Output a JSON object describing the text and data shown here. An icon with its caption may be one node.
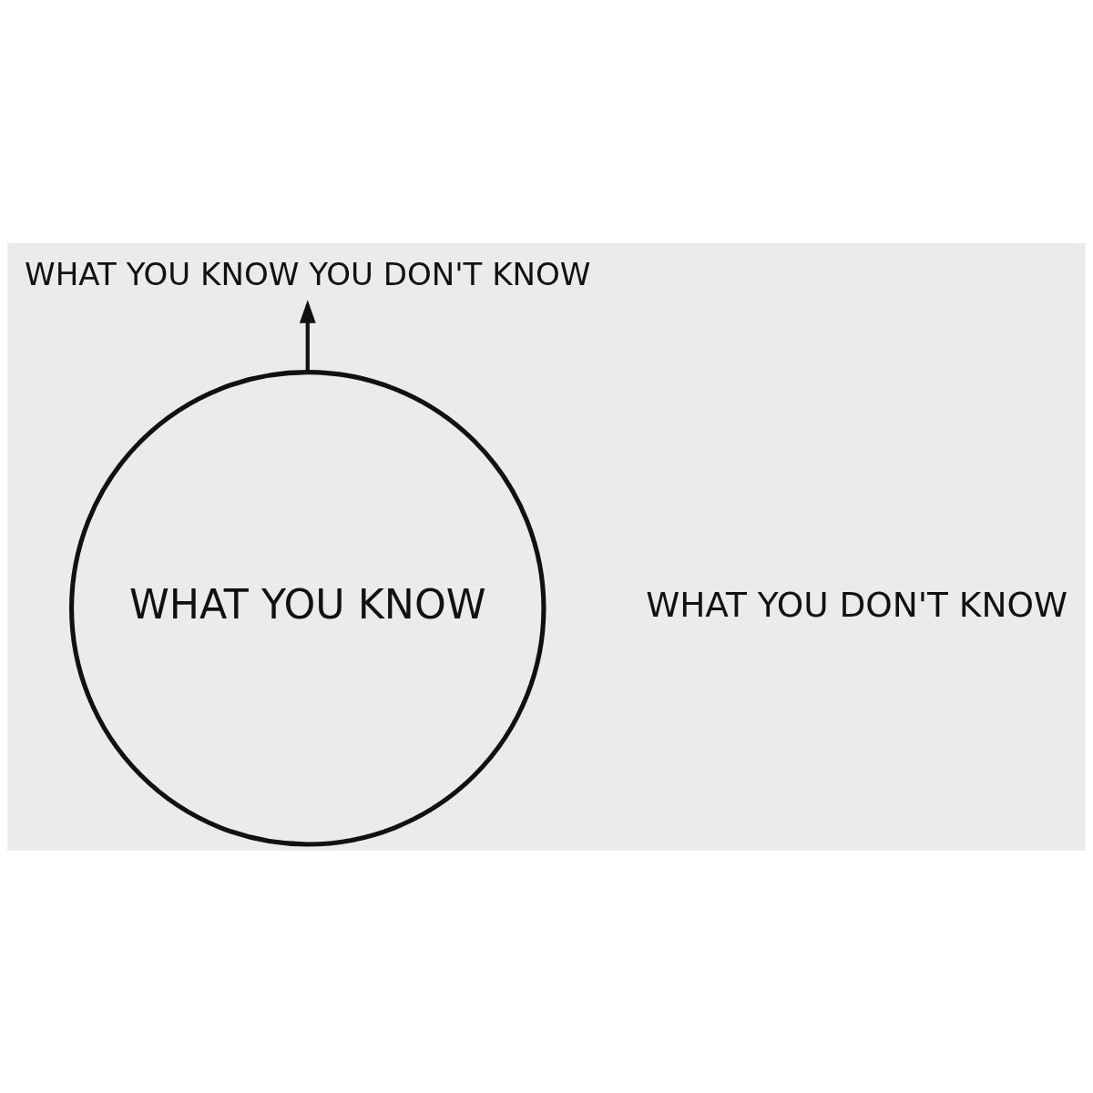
{
  "diagram": {
    "nodes": [
      {
        "text": [
          "WHAT YOU KNOW"
        ]
      },
      {
        "text": [
          "WHAT YOU KNOW YOU DON'T KNOW"
        ]
      }
    ],
    "edges": [
      {
        "from": 0,
        "to": 1,
        "arrow": "to"
      }
    ],
    "labels": [
      "WHAT YOU DON'T KNOW"
    ]
  }
}
